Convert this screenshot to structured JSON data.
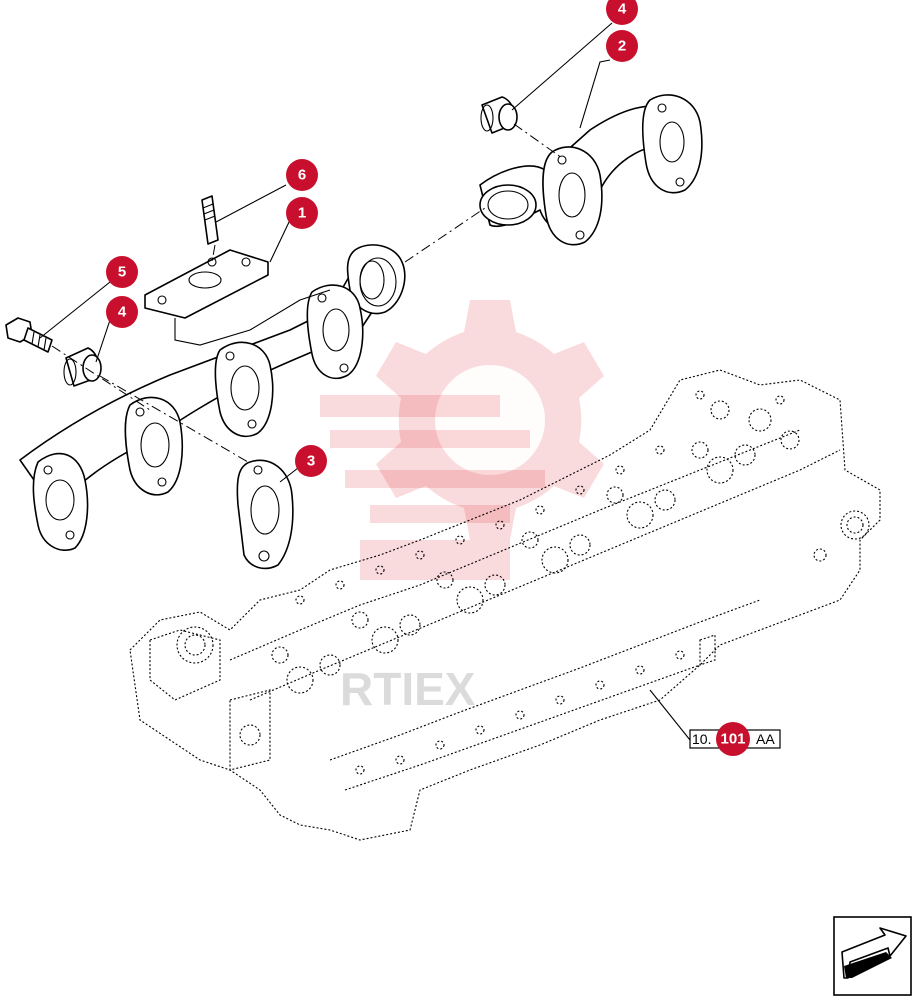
{
  "callouts": [
    {
      "id": "c4a",
      "label": "4"
    },
    {
      "id": "c2",
      "label": "2"
    },
    {
      "id": "c6",
      "label": "6"
    },
    {
      "id": "c1",
      "label": "1"
    },
    {
      "id": "c5",
      "label": "5"
    },
    {
      "id": "c4b",
      "label": "4"
    },
    {
      "id": "c3",
      "label": "3"
    }
  ],
  "reference": {
    "prefix": "10.",
    "badge": "101",
    "suffix": "AA"
  },
  "watermark": {
    "text": "RTIEX"
  },
  "colors": {
    "callout": "#c8102e",
    "watermark": "#e3222b"
  },
  "nav_icon": "arrow-next-page-icon"
}
